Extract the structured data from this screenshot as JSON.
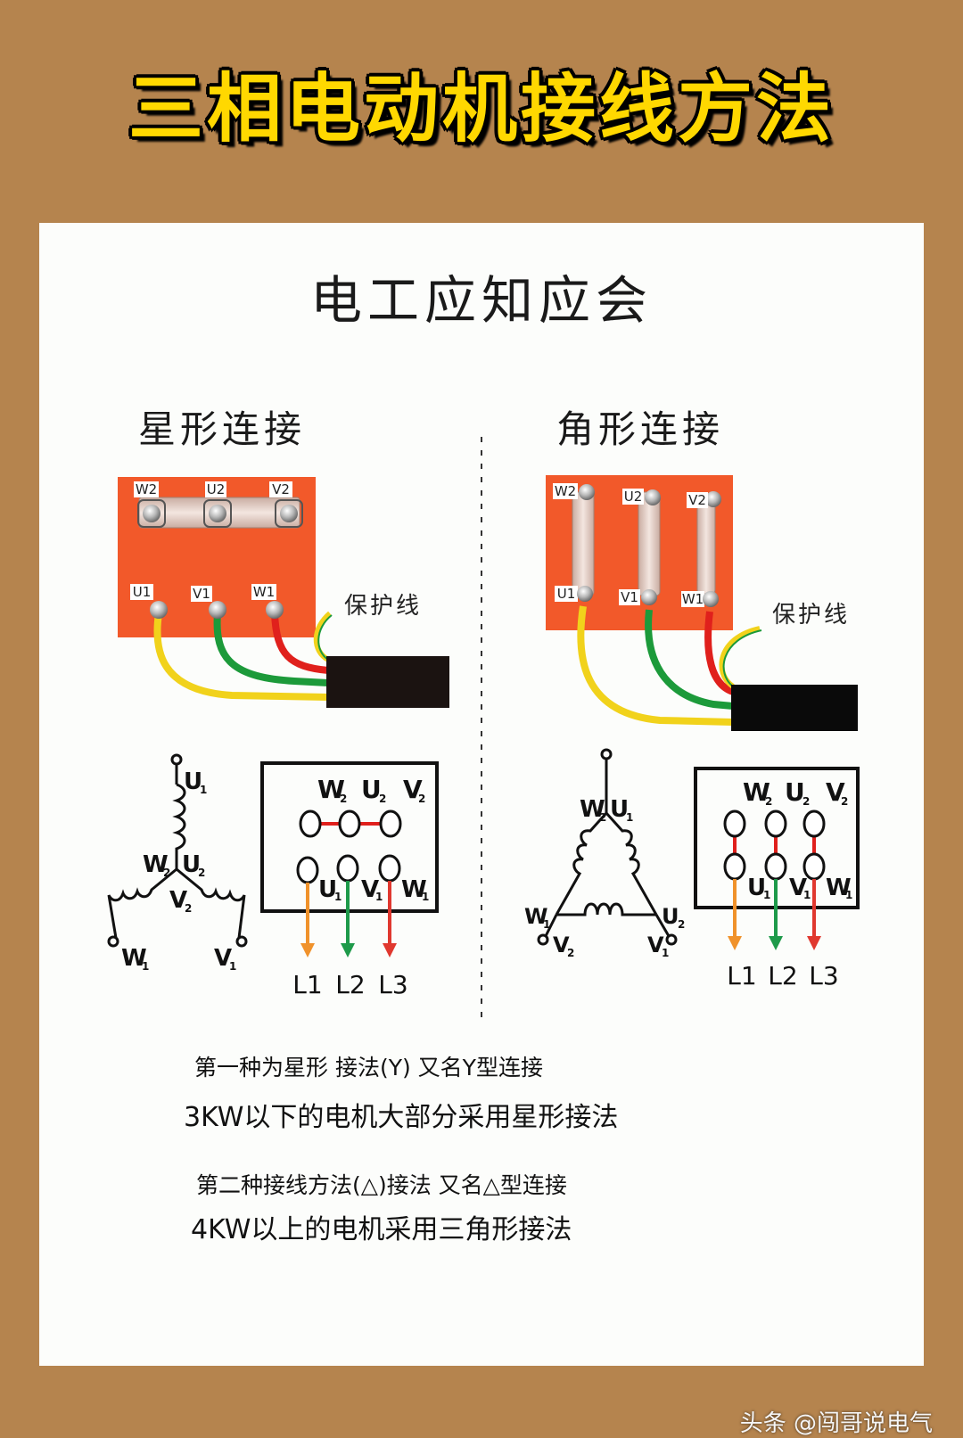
{
  "main_title": "三相电动机接线方法",
  "subtitle": "电工应知应会",
  "star": {
    "heading": "星形连接",
    "terminals": [
      "W2",
      "U2",
      "V2",
      "U1",
      "V1",
      "W1"
    ],
    "protective_wire_label": "保护线"
  },
  "delta": {
    "heading": "角形连接",
    "terminals": [
      "W2",
      "U2",
      "V2",
      "U1",
      "V1",
      "W1"
    ],
    "protective_wire_label": "保护线"
  },
  "line_labels": [
    "L1",
    "L2",
    "L3"
  ],
  "notes": {
    "line1": "第一种为星形 接法(Y) 又名Y型连接",
    "line2": "3KW以下的电机大部分采用星形接法",
    "line3": "第二种接线方法(△)接法 又名△型连接",
    "line4": "4KW以上的电机采用三角形接法"
  },
  "watermark": "头条 @闯哥说电气",
  "colors": {
    "background": "#b5844e",
    "title": "#ffd800",
    "terminal_board": "#f2592a",
    "wire_yellow": "#f1d21b",
    "wire_green": "#1c9a3a",
    "wire_red": "#e0201c",
    "arrow_orange": "#f0922b",
    "arrow_green": "#1e9a4a",
    "arrow_red": "#e0382f"
  }
}
